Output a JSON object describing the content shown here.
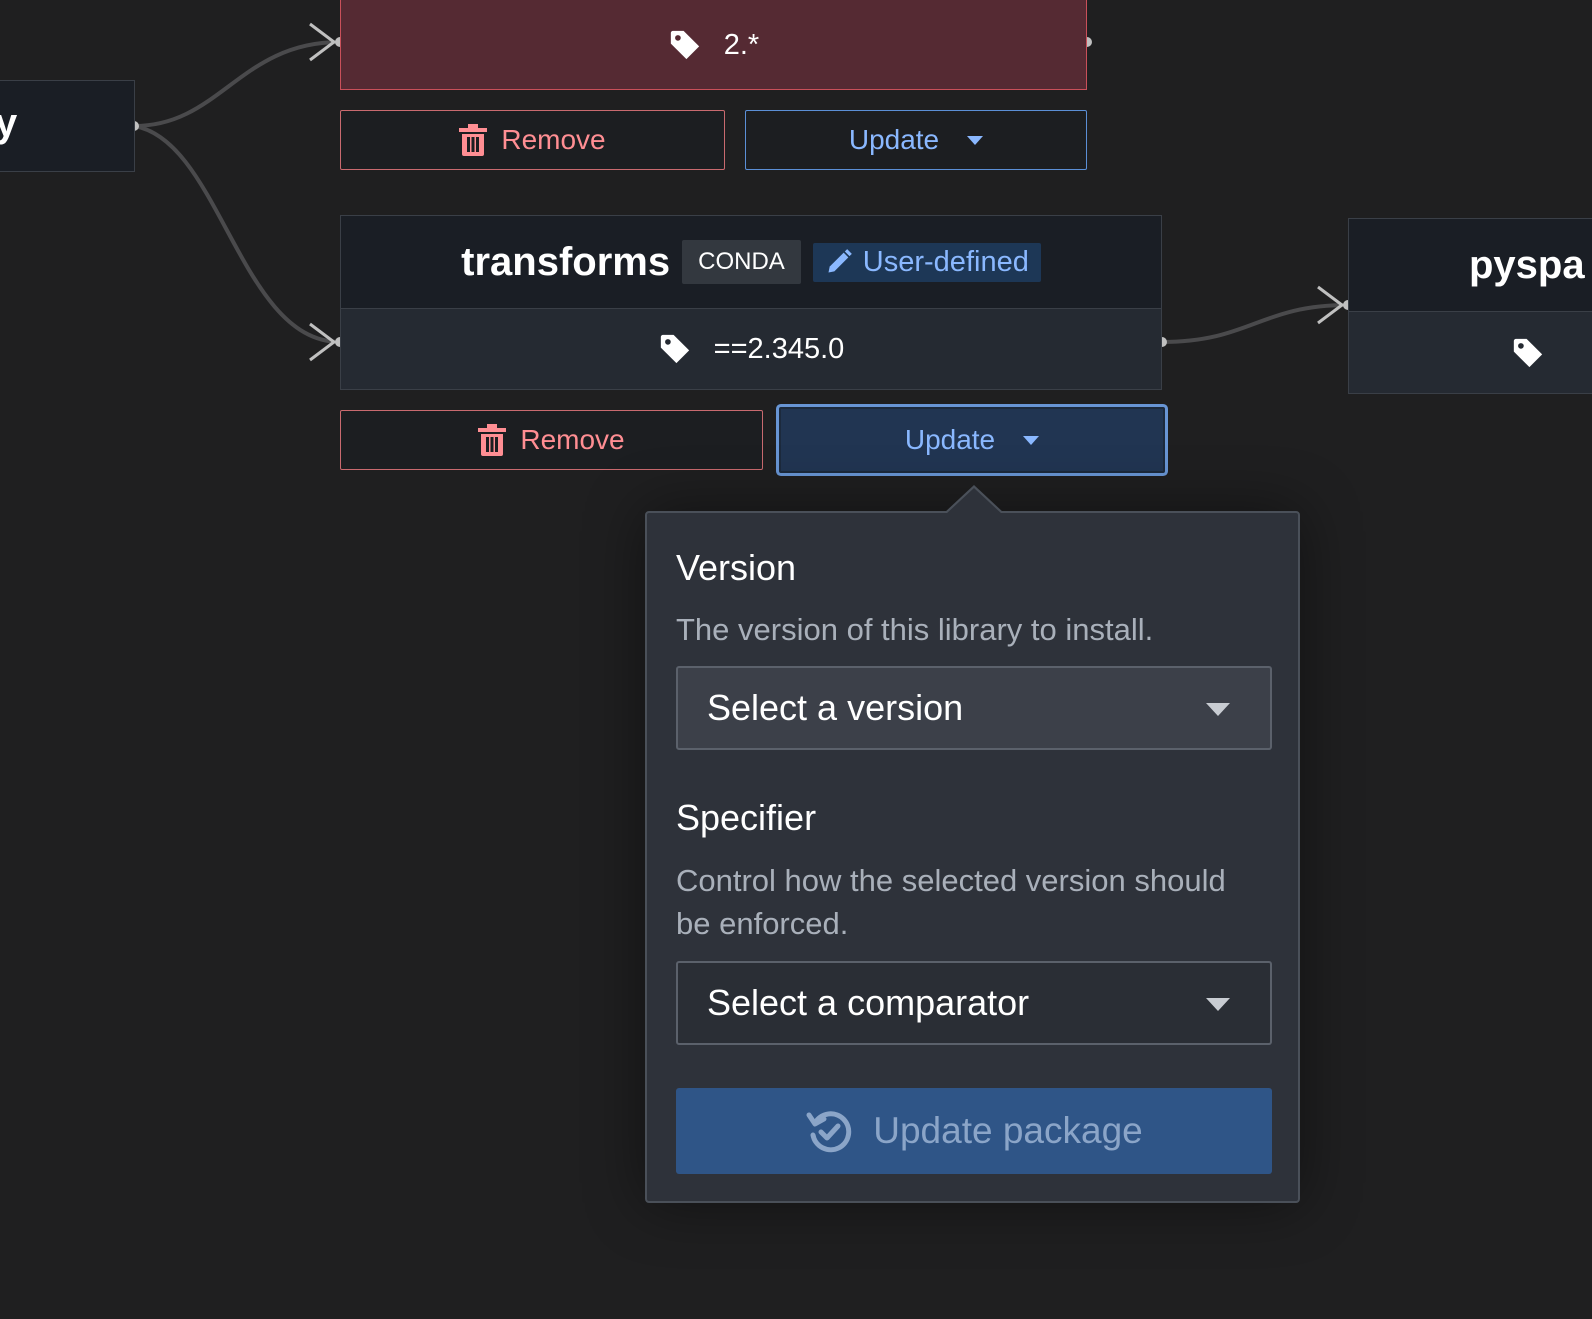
{
  "graph": {
    "left_node": {
      "label_fragment": "y"
    },
    "top_node": {
      "version": "2.*"
    },
    "transforms_node": {
      "name": "transforms",
      "source_badge": "CONDA",
      "origin_badge": "User-defined",
      "version": "==2.345.0"
    },
    "pyspark_node": {
      "name_fragment": "pyspa"
    }
  },
  "row1": {
    "remove_label": "Remove",
    "update_label": "Update"
  },
  "row2": {
    "remove_label": "Remove",
    "update_label": "Update"
  },
  "popover": {
    "version_title": "Version",
    "version_desc": "The version of this library to install.",
    "version_placeholder": "Select a version",
    "specifier_title": "Specifier",
    "specifier_desc": "Control how the selected version should be enforced.",
    "specifier_placeholder": "Select a comparator",
    "submit_label": "Update package"
  },
  "colors": {
    "background": "#1f1f20",
    "remove_text": "#ff8e93",
    "update_text": "#8ab8ff",
    "conflict_node": "#552a33",
    "primary_button": "#2f5587"
  },
  "icons": [
    "tag-icon",
    "trash-icon",
    "pencil-icon",
    "chevron-down-icon",
    "refresh-check-icon"
  ]
}
